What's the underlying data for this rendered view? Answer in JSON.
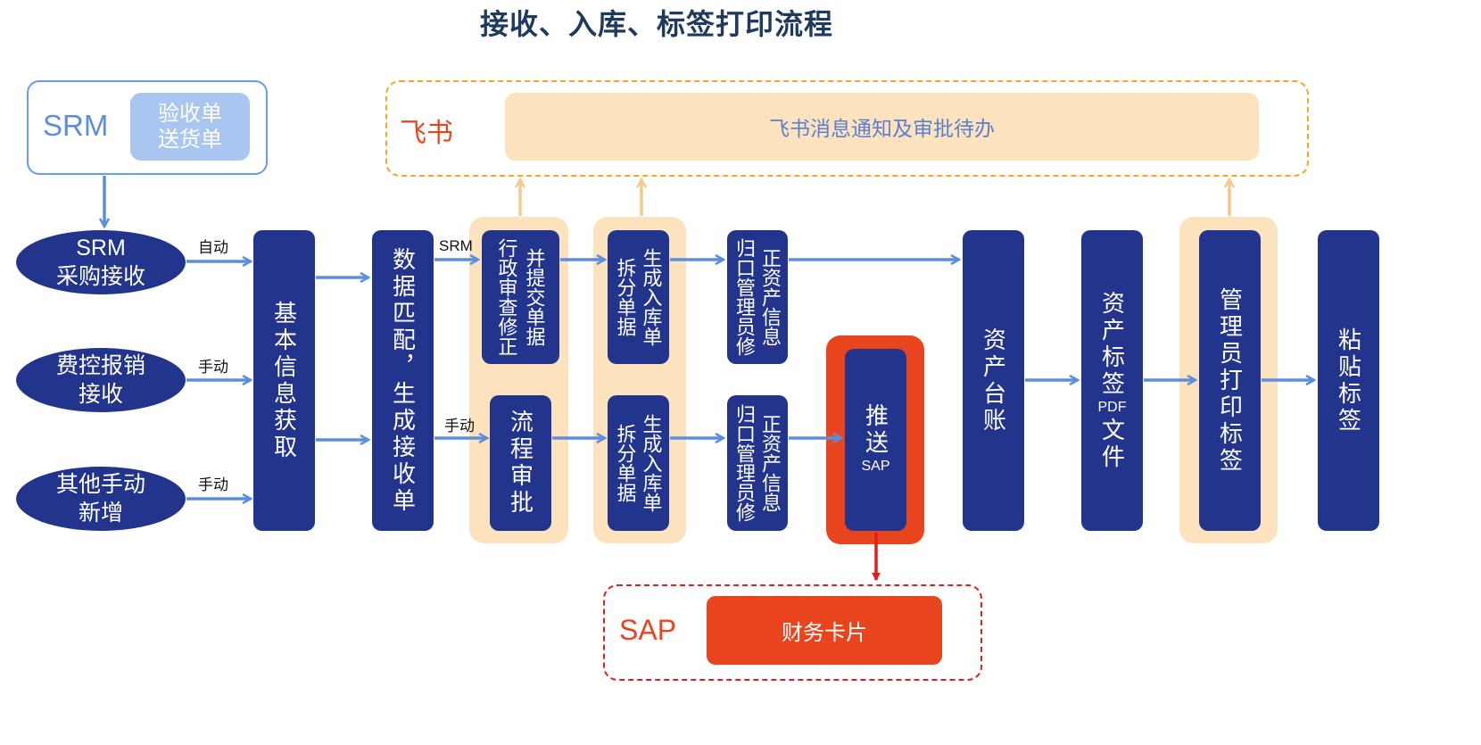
{
  "title": "接收、入库、标签打印流程",
  "srm_panel": {
    "label": "SRM",
    "doc_line1": "验收单",
    "doc_line2": "送货单"
  },
  "feishu_panel": {
    "label": "飞书",
    "notice": "飞书消息通知及审批待办"
  },
  "sap_panel": {
    "label": "SAP",
    "card": "财务卡片"
  },
  "sources": [
    {
      "line1": "SRM",
      "line2": "采购接收",
      "edge_label": "自动"
    },
    {
      "line1": "费控报销",
      "line2": "接收",
      "edge_label": "手动"
    },
    {
      "line1": "其他手动",
      "line2": "新增",
      "edge_label": "手动"
    }
  ],
  "steps": {
    "basic_info": "基本信息获取",
    "data_match": "数据匹配，生成接收单",
    "srm_branch_label": "SRM",
    "manual_branch_label": "手动",
    "admin_review": {
      "col1": "行政审查修正",
      "col2": "并提交单据"
    },
    "flow_approval": "流程审批",
    "split_top": {
      "col1": "拆分单据",
      "col2": "生成入库单"
    },
    "split_bottom": {
      "col1": "拆分单据",
      "col2": "生成入库单"
    },
    "asset_fix_top": {
      "col1": "归口管理员修",
      "col2": "正资产信息"
    },
    "asset_fix_bottom": {
      "col1": "归口管理员修",
      "col2": "正资产信息"
    },
    "push_sap": {
      "text": "推送",
      "sub": "SAP"
    },
    "asset_ledger": "资产台账",
    "asset_label": {
      "top": "资产标签",
      "mid": "PDF",
      "bottom": "文件"
    },
    "print_label": "管理员打印标签",
    "paste_label": "粘贴标签"
  },
  "colors": {
    "box": "#22348c",
    "arrow": "#5b8fde",
    "orange": "#f5a623",
    "halo": "#fde3bd",
    "sap_red": "#e8451f",
    "alert_red": "#e01e1e"
  }
}
